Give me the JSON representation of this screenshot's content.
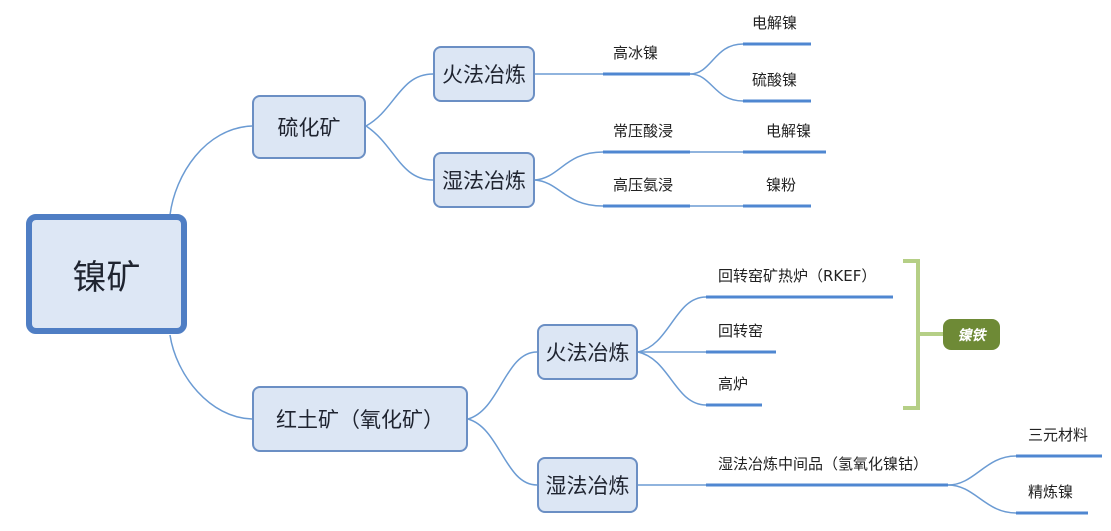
{
  "root": "镍矿",
  "branches": [
    {
      "label": "硫化矿",
      "children": [
        {
          "label": "火法冶炼",
          "items": [
            {
              "label": "高冰镍",
              "children": [
                "电解镍",
                "硫酸镍"
              ]
            }
          ]
        },
        {
          "label": "湿法冶炼",
          "items": [
            {
              "label": "常压酸浸",
              "children": [
                "电解镍"
              ]
            },
            {
              "label": "高压氨浸",
              "children": [
                "镍粉"
              ]
            }
          ]
        }
      ]
    },
    {
      "label": "红土矿（氧化矿）",
      "children": [
        {
          "label": "火法冶炼",
          "items": [
            {
              "label": "回转窑矿热炉（RKEF）"
            },
            {
              "label": "回转窑"
            },
            {
              "label": "高炉"
            }
          ],
          "group_tag": "镍铁"
        },
        {
          "label": "湿法冶炼",
          "items": [
            {
              "label": "湿法冶炼中间品（氢氧化镍钴）",
              "children": [
                "三元材料",
                "精炼镍"
              ]
            }
          ]
        }
      ]
    }
  ],
  "colors": {
    "line": "#6b9bd3",
    "underline": "#4f87d1",
    "node_fill": "#dce6f4",
    "node_border": "#6b8fc4",
    "bracket": "#b5cf86",
    "tag_fill": "#6e8a36"
  }
}
